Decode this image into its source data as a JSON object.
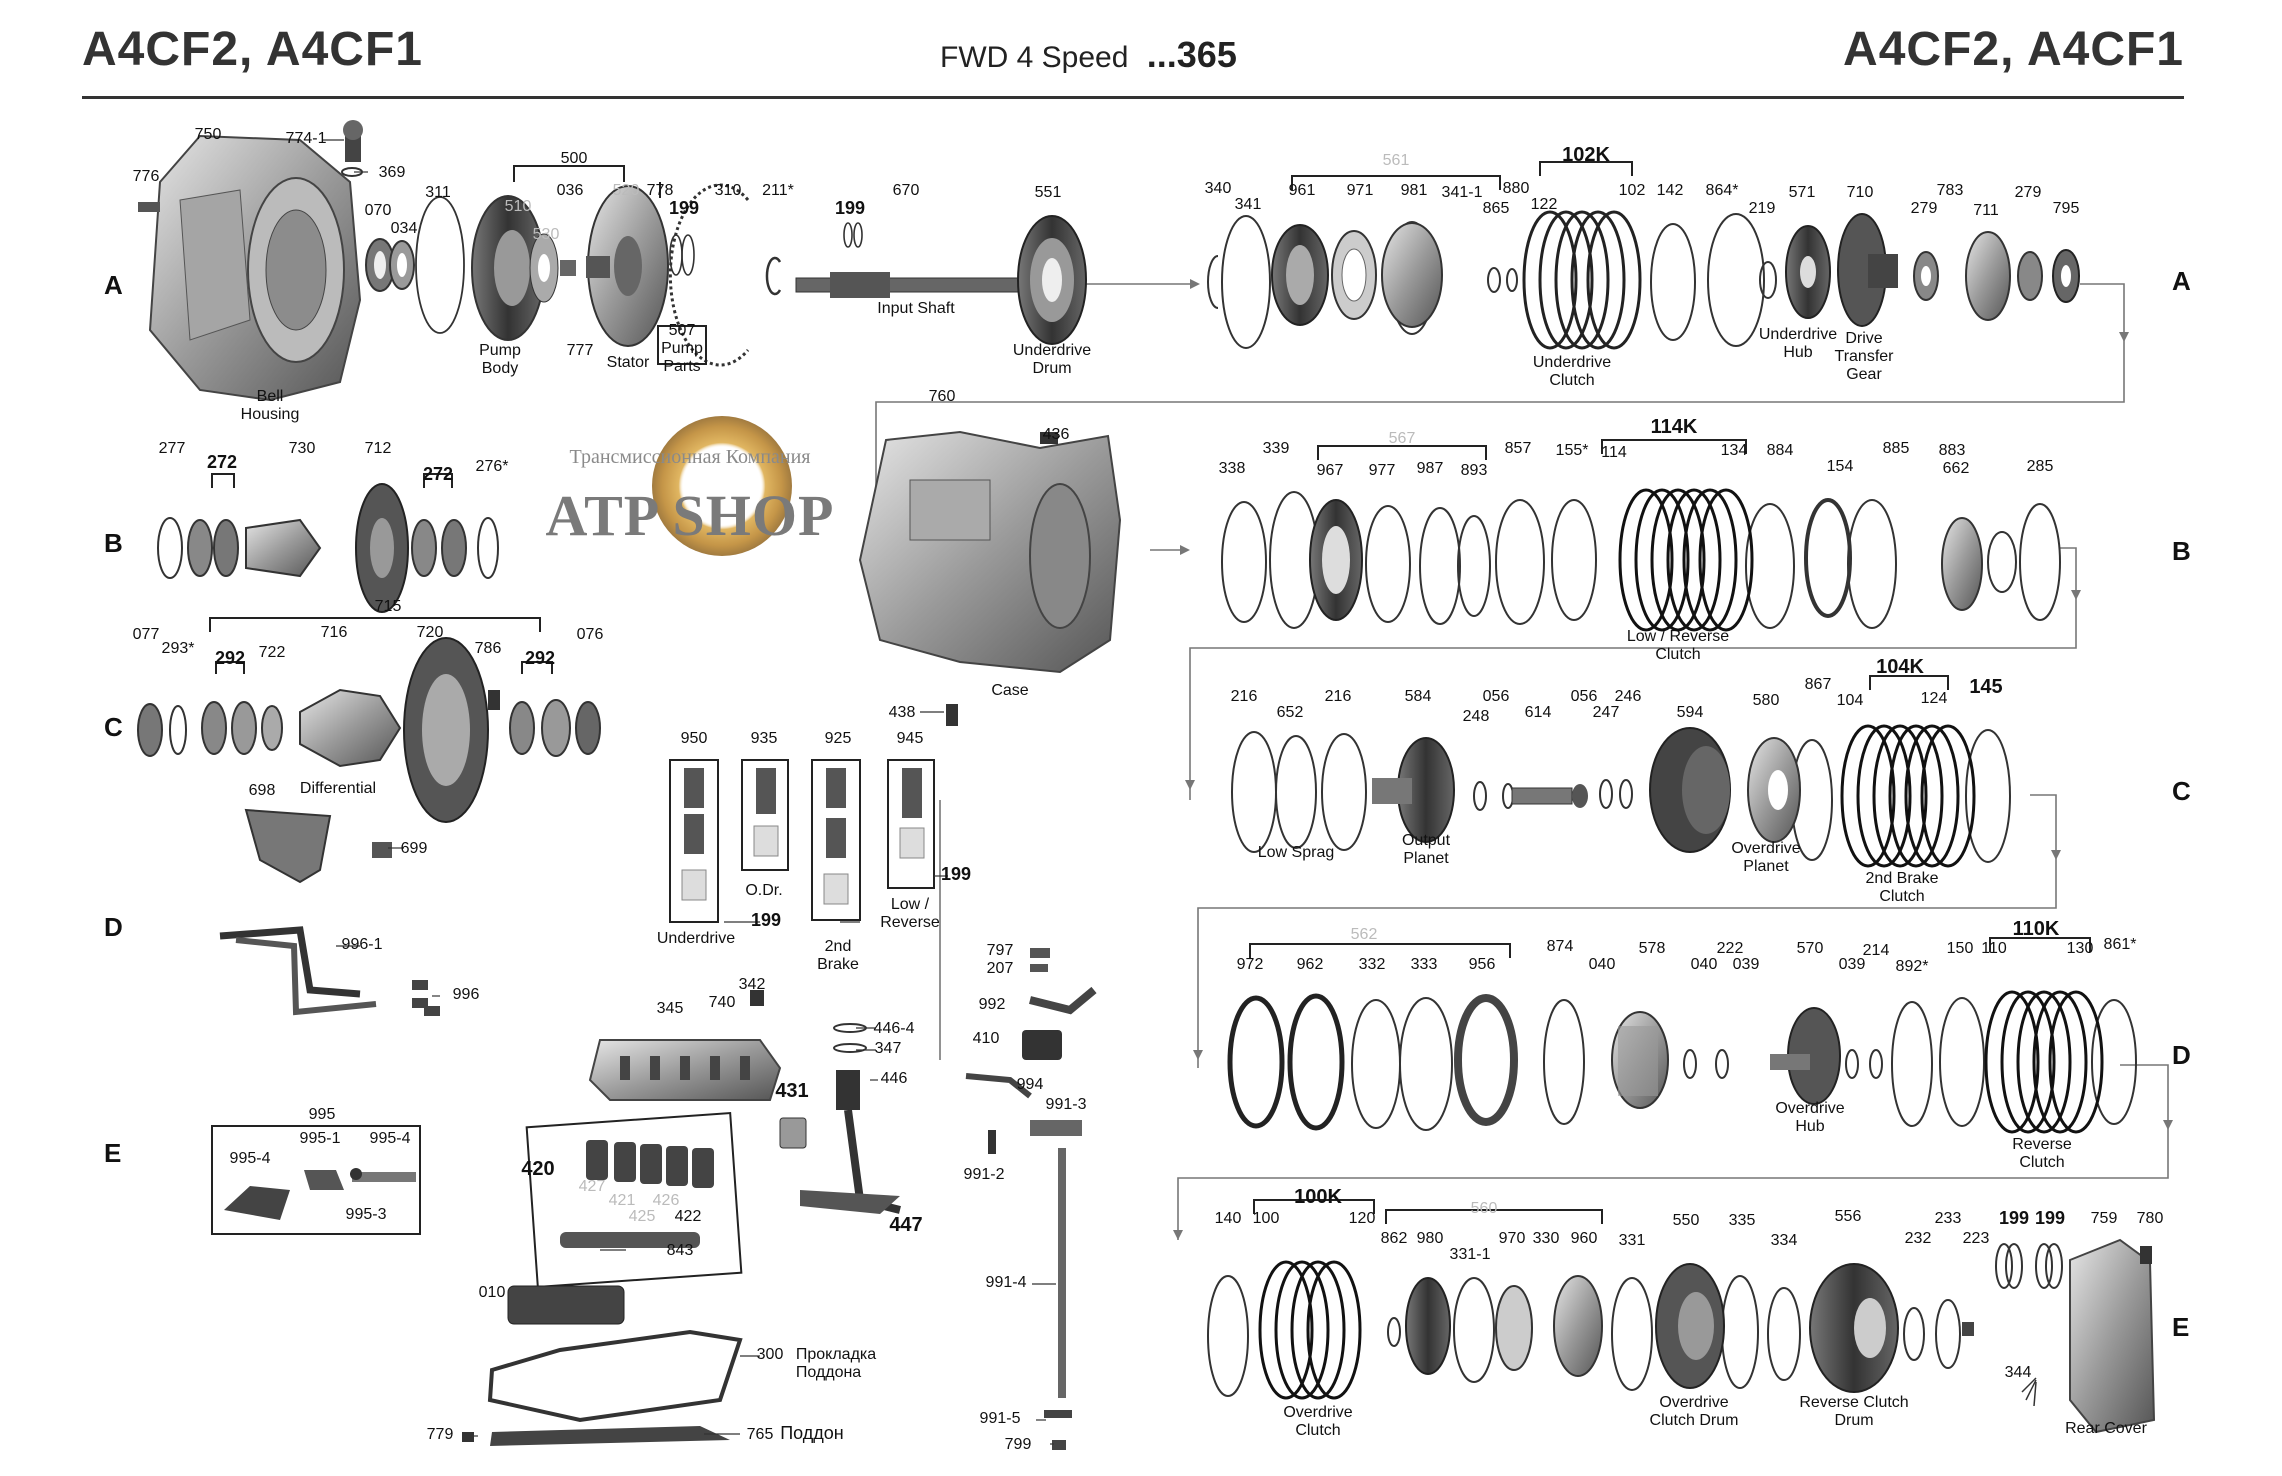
{
  "header": {
    "title_left": "A4CF2, A4CF1",
    "title_right": "A4CF2, A4CF1",
    "subtitle": "FWD 4 Speed",
    "page_code": "...365"
  },
  "rows": [
    "A",
    "B",
    "C",
    "D",
    "E"
  ],
  "watermark": {
    "company": "Трансмиссионная Компания",
    "brand": "ATP SHOP"
  },
  "row_a": {
    "parts": [
      "776",
      "750",
      "774-1",
      "369",
      "070",
      "034",
      "311",
      "500",
      "510",
      "530",
      "036",
      "520",
      "778",
      "199",
      "310",
      "211*",
      "199",
      "670",
      "551",
      "507",
      "777",
      "561",
      "340",
      "341",
      "961",
      "971",
      "981",
      "341-1",
      "880",
      "865",
      "122",
      "102K",
      "102",
      "142",
      "864*",
      "219",
      "571",
      "710",
      "279",
      "783",
      "711",
      "279",
      "795"
    ],
    "captions": {
      "bell_housing": "Bell\nHousing",
      "pump_body": "Pump\nBody",
      "stator": "Stator",
      "pump_parts": "Pump\nParts",
      "input_shaft": "Input Shaft",
      "underdrive_drum": "Underdrive\nDrum",
      "underdrive_clutch": "Underdrive\nClutch",
      "underdrive_hub": "Underdrive\nHub",
      "drive_transfer_gear": "Drive\nTransfer\nGear"
    }
  },
  "row_b": {
    "parts": [
      "277",
      "272",
      "730",
      "712",
      "272",
      "276*",
      "760",
      "436",
      "338",
      "339",
      "567",
      "967",
      "977",
      "987",
      "893",
      "857",
      "155*",
      "114K",
      "114",
      "134",
      "884",
      "154",
      "885",
      "883",
      "662",
      "285"
    ],
    "captions": {
      "case": "Case",
      "low_reverse_clutch": "Low / Reverse\nClutch"
    }
  },
  "row_c": {
    "parts": [
      "715",
      "077",
      "293*",
      "292",
      "722",
      "716",
      "720",
      "786",
      "292",
      "076",
      "438",
      "216",
      "652",
      "216",
      "584",
      "056",
      "248",
      "614",
      "056",
      "247",
      "246",
      "594",
      "580",
      "867",
      "104K",
      "104",
      "124",
      "145"
    ],
    "captions": {
      "differential": "Differential",
      "low_sprag": "Low Sprag",
      "output_planet": "Output\nPlanet",
      "overdrive_planet": "Overdrive\nPlanet",
      "second_brake_clutch": "2nd Brake\nClutch"
    }
  },
  "solenoids": {
    "parts": [
      "950",
      "935",
      "925",
      "945",
      "199",
      "199"
    ],
    "captions": {
      "underdrive": "Underdrive",
      "od": "O.Dr.",
      "second_brake": "2nd\nBrake",
      "low_reverse": "Low /\nReverse"
    }
  },
  "row_d": {
    "parts": [
      "698",
      "699",
      "996-1",
      "996",
      "797",
      "207",
      "992",
      "410",
      "994",
      "991-3",
      "991-2",
      "562",
      "972",
      "962",
      "332",
      "333",
      "956",
      "874",
      "040",
      "578",
      "040",
      "222",
      "039",
      "570",
      "039",
      "214",
      "892*",
      "150",
      "110K",
      "110",
      "130",
      "861*"
    ],
    "captions": {
      "overdrive_hub": "Overdrive\nHub",
      "reverse_clutch": "Reverse\nClutch"
    }
  },
  "row_e": {
    "parts": [
      "995",
      "995-1",
      "995-4",
      "995-4",
      "995-3",
      "345",
      "740",
      "342",
      "431",
      "446-4",
      "347",
      "446",
      "420",
      "427",
      "421",
      "425",
      "426",
      "422",
      "843",
      "447",
      "010",
      "991-4",
      "991-5",
      "799",
      "779",
      "100K",
      "140",
      "100",
      "120",
      "560",
      "862",
      "980",
      "331-1",
      "970",
      "330",
      "960",
      "331",
      "550",
      "335",
      "334",
      "556",
      "232",
      "233",
      "223",
      "199",
      "199",
      "759",
      "780",
      "344"
    ],
    "captions": {
      "pan_gasket": "Прокладка\nПоддона",
      "pan": "Поддон",
      "overdrive_clutch": "Overdrive\nClutch",
      "overdrive_clutch_drum": "Overdrive\nClutch Drum",
      "reverse_clutch_drum": "Reverse Clutch\nDrum",
      "rear_cover": "Rear Cover"
    },
    "pan_gasket_no": "300",
    "pan_no": "765"
  },
  "colors": {
    "line": "#333333",
    "metal_dark": "#4a4a4a",
    "metal_mid": "#8c8c8c",
    "metal_light": "#cfcfcf",
    "grey_label": "#bbbbbb"
  }
}
